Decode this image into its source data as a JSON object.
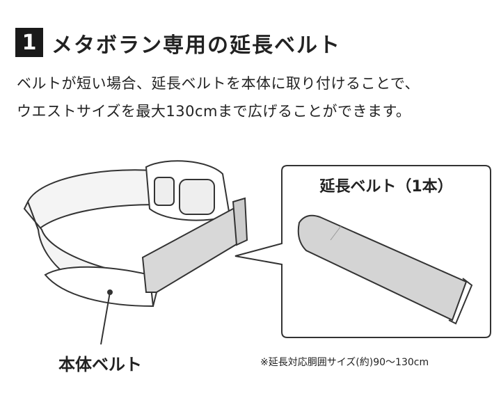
{
  "heading": {
    "number": "1",
    "title": "メタボラン専用の延長ベルト"
  },
  "description": [
    "ベルトが短い場合、延長ベルトを本体に取り付けることで、",
    "ウエストサイズを最大130cmまで広げることができます。"
  ],
  "callout": {
    "label": "延長ベルト（1本）"
  },
  "main_belt_label": "本体ベルト",
  "note": "※延長対応胴囲サイズ(約)90〜130cm"
}
